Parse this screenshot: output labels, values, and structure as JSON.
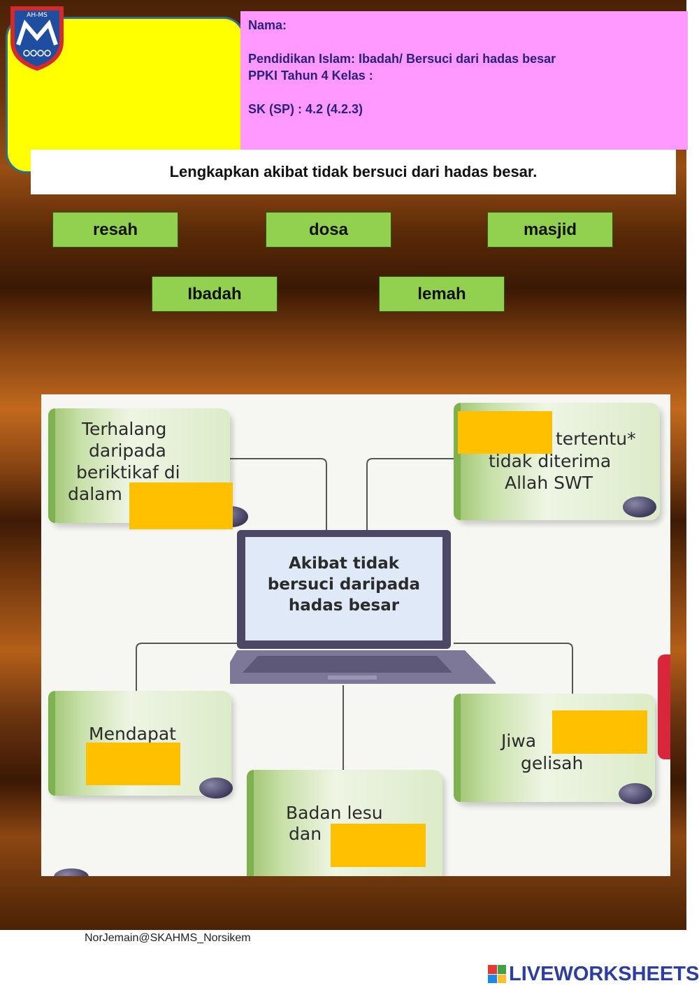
{
  "header": {
    "nama_label": "Nama:",
    "subject_line": "Pendidikan Islam: Ibadah/ Bersuci dari hadas besar",
    "class_line": "PPKI Tahun 4  Kelas :",
    "standard_line": "SK (SP) : 4.2 (4.2.3)",
    "logo_text": "AH-MS"
  },
  "instruction": "Lengkapkan akibat tidak bersuci dari hadas besar.",
  "word_bank": [
    "resah",
    "dosa",
    "masjid",
    "Ibadah",
    "lemah"
  ],
  "diagram": {
    "center_title_lines": [
      "Akibat tidak",
      "bersuci daripada",
      "hadas besar"
    ],
    "card_top_left": [
      "Terhalang",
      "daripada",
      "beriktikaf di",
      "dalam"
    ],
    "card_top_right": [
      "tertentu*",
      "tidak diterima",
      "Allah SWT"
    ],
    "card_bottom_left": [
      "Mendapat"
    ],
    "card_bottom_right": [
      "Jiwa",
      "gelisah"
    ],
    "card_bottom_center": [
      "Badan lesu",
      "dan"
    ]
  },
  "footer": {
    "credit": "NorJemain@SKAHMS_Norsikem",
    "brand": "LIVEWORKSHEETS"
  },
  "colors": {
    "yellow": "#ffff00",
    "pink": "#ff99ff",
    "chip_green": "#92d050",
    "blank_orange": "#ffc000",
    "brand_blue": "#2c3e9e"
  }
}
